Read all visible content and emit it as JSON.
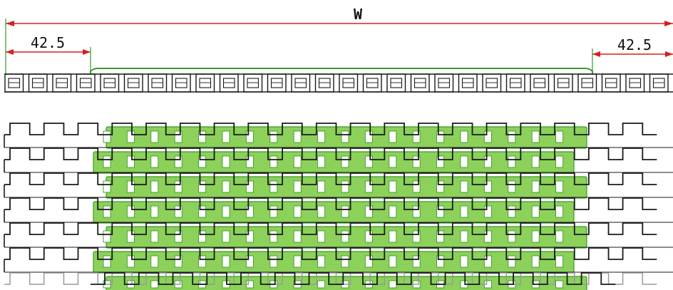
{
  "dimensions": {
    "overall_label": "W",
    "left_margin_label": "42.5",
    "right_margin_label": "42.5"
  },
  "colors": {
    "dimension_line": "#d42020",
    "extension_line": "#2aa02a",
    "belt_outline": "#1a1a1a",
    "highlight_fill": "#8cd15a",
    "highlight_stroke": "#3c9a2a",
    "background": "#ffffff"
  },
  "belt": {
    "side_view_modules": 28,
    "top_view_rows": 6,
    "top_view_teeth": 19
  }
}
